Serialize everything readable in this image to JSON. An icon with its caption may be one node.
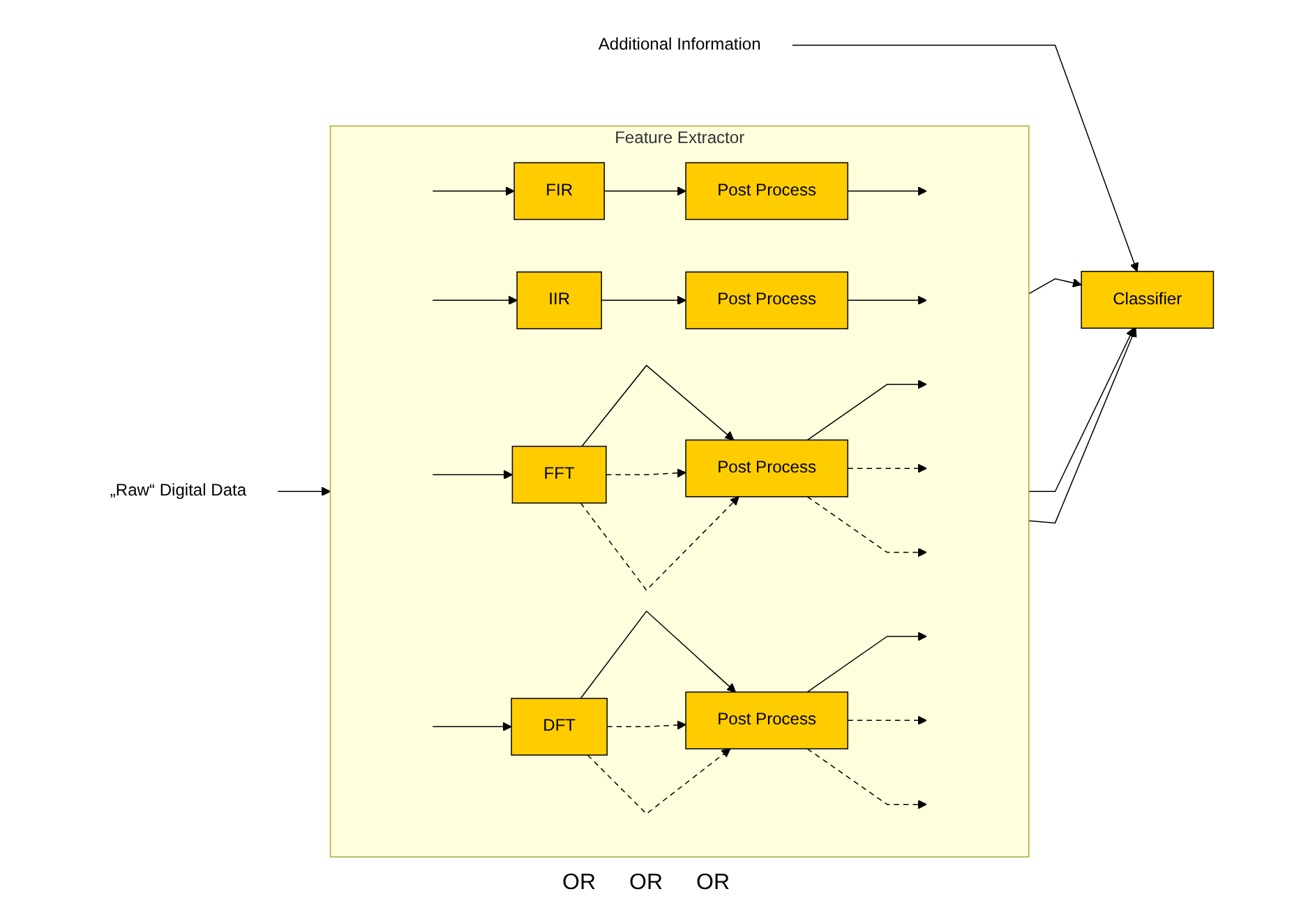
{
  "diagram": {
    "nodes": [
      {
        "text": [
          "Feature Extractor"
        ]
      },
      {
        "text": [
          "FIR"
        ],
        "in": 0
      },
      {
        "text": [
          "Post Process"
        ],
        "in": 0
      },
      {
        "text": [
          "IIR"
        ],
        "in": 0
      },
      {
        "text": [
          "Post Process"
        ],
        "in": 0
      },
      {
        "text": [
          "FFT"
        ],
        "in": 0
      },
      {
        "text": [
          "Post Process"
        ],
        "in": 0
      },
      {
        "text": [
          "DFT"
        ],
        "in": 0
      },
      {
        "text": [
          "Post Process"
        ],
        "in": 0
      },
      {
        "text": [
          "Classifier"
        ]
      },
      {
        "text": [
          "„Raw“ Digital Data"
        ]
      },
      {
        "text": [
          "Additional Information"
        ]
      }
    ],
    "edges": [
      {
        "from": 10,
        "to": 0,
        "arrow": "to"
      },
      {
        "from": null,
        "to": 1,
        "arrow": "to"
      },
      {
        "from": 1,
        "to": 2,
        "arrow": "to"
      },
      {
        "from": 2,
        "to": null,
        "arrow": "to"
      },
      {
        "from": null,
        "to": 3,
        "arrow": "to"
      },
      {
        "from": 3,
        "to": 4,
        "arrow": "to"
      },
      {
        "from": 4,
        "to": null,
        "arrow": "to"
      },
      {
        "from": null,
        "to": 5,
        "arrow": "to"
      },
      {
        "from": 5,
        "to": 6,
        "arrow": "to"
      },
      {
        "from": 5,
        "to": 6,
        "arrow": "to",
        "style": "dashed"
      },
      {
        "from": 5,
        "to": 6,
        "arrow": "to",
        "style": "dashed"
      },
      {
        "from": 6,
        "to": null,
        "arrow": "to"
      },
      {
        "from": 6,
        "to": null,
        "arrow": "to",
        "style": "dashed"
      },
      {
        "from": 6,
        "to": null,
        "arrow": "to",
        "style": "dashed"
      },
      {
        "from": null,
        "to": 7,
        "arrow": "to"
      },
      {
        "from": 7,
        "to": 8,
        "arrow": "to"
      },
      {
        "from": 7,
        "to": 8,
        "arrow": "to",
        "style": "dashed"
      },
      {
        "from": 7,
        "to": 8,
        "arrow": "to",
        "style": "dashed"
      },
      {
        "from": 8,
        "to": null,
        "arrow": "to"
      },
      {
        "from": 8,
        "to": null,
        "arrow": "to",
        "style": "dashed"
      },
      {
        "from": 8,
        "to": null,
        "arrow": "to",
        "style": "dashed"
      },
      {
        "from": 0,
        "to": 9,
        "arrow": "to"
      },
      {
        "from": 0,
        "to": 9,
        "arrow": "to"
      },
      {
        "from": 0,
        "to": 9,
        "arrow": "to"
      },
      {
        "from": 11,
        "to": 9,
        "arrow": "to"
      }
    ],
    "labels": [
      "OR",
      "OR",
      "OR"
    ]
  }
}
